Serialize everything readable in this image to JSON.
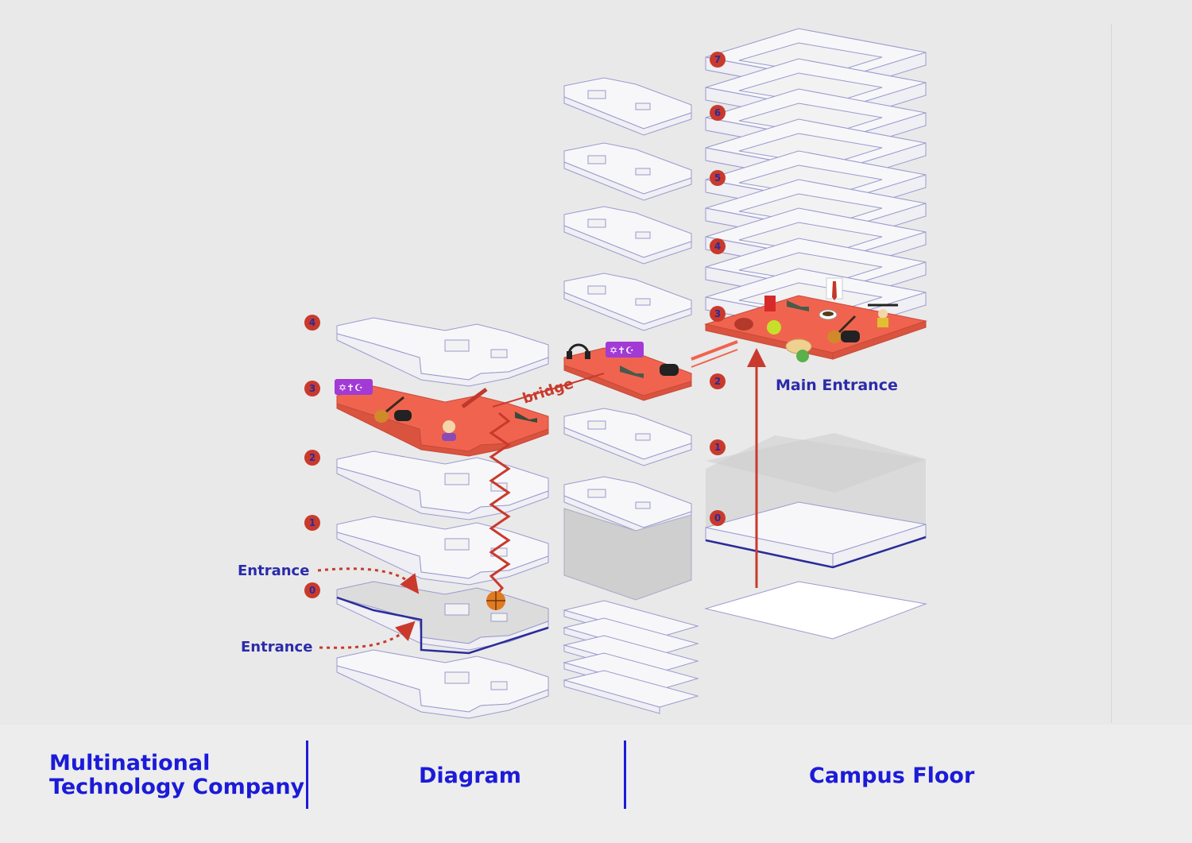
{
  "footer": {
    "company_line1": "Multinational",
    "company_line2": "Technology Company",
    "diagram": "Diagram",
    "campus_floor": "Campus Floor"
  },
  "left_building": {
    "floor_numbers": [
      "4",
      "3",
      "2",
      "1",
      "0"
    ],
    "entrances": [
      "Entrance",
      "Entrance"
    ],
    "bridge": "bridge",
    "icons_floor3": [
      "religion-symbols-icon",
      "guitar-icon",
      "gamepad-icon",
      "paint-icon",
      "sneaker-icon",
      "person-icon"
    ],
    "icons_floor0": [
      "basketball-icon"
    ]
  },
  "middle_building": {
    "icons_floor2": [
      "headphones-icon",
      "religion-symbols-icon",
      "sneaker-icon",
      "gamepad-icon"
    ]
  },
  "right_building": {
    "floor_numbers": [
      "7",
      "6",
      "5",
      "4",
      "3",
      "2",
      "1",
      "0"
    ],
    "main_entrance": "Main Entrance",
    "icons_floor3": [
      "drink-icon",
      "sneaker-icon",
      "tie-icon",
      "weightlifter-icon",
      "steak-icon",
      "tennis-icon",
      "coffee-icon",
      "guitar-icon",
      "gamepad-icon",
      "salad-icon"
    ]
  },
  "colors": {
    "accent_red": "#f0644f",
    "marker_red": "#c93a2c",
    "line_blue": "#2b2b9a",
    "text_blue": "#1b1bd8",
    "outline": "#9a9ad0"
  },
  "religion_symbols": "✡✝☪"
}
